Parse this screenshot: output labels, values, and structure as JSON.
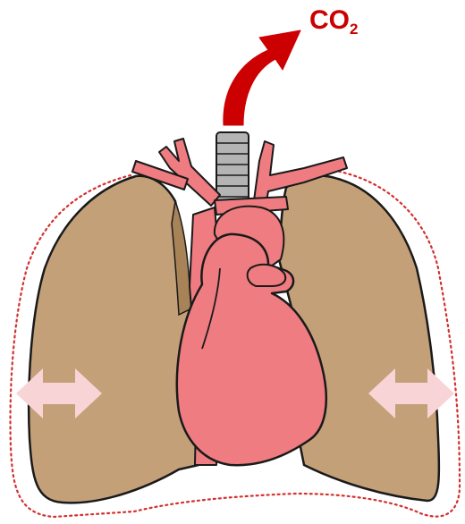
{
  "annotation": {
    "gas_main": "CO",
    "gas_subscript": "2"
  },
  "colors": {
    "lung": "#c4a079",
    "lung_shade": "#a88358",
    "heart": "#ee7c80",
    "heart_light": "#f4a0a2",
    "outline": "#1a1a1a",
    "exhale_arrow": "#cc0000",
    "expansion_arrow": "#f8d4d6",
    "boundary_dotted": "#d43030",
    "trachea": "#b4b4b4"
  },
  "icons": {
    "exhale": "curved-arrow-up-right",
    "expansion": "double-arrow-horizontal",
    "boundary": "dotted-outline"
  }
}
